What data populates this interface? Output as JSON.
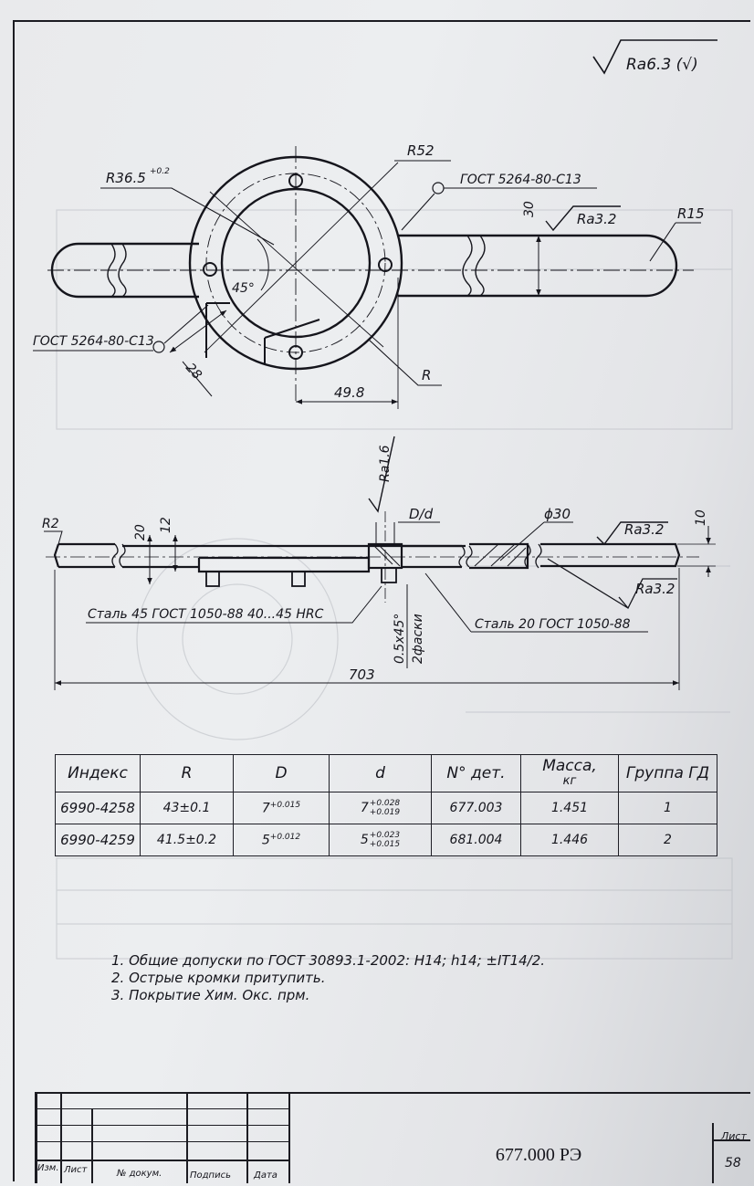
{
  "roughness_general": "Ra6.3 (√)",
  "top_view": {
    "r36_5": "R36.5",
    "r36_5_tol": "+0.2",
    "r52": "R52",
    "gost_center_hole": "ГОСТ 5264-80-С13",
    "gost_left": "ГОСТ 5264-80-С13",
    "dim_30": "30",
    "ra3_2": "Ra3.2",
    "r15": "R15",
    "angle_45": "45°",
    "dim_28": "28",
    "r_label": "R",
    "dim_49_8": "49.8"
  },
  "side_view": {
    "ra1_6": "Ra1.6",
    "d_over_d": "D/d",
    "diam_30": "ϕ30",
    "ra3_2_top": "Ra3.2",
    "dim_10": "10",
    "r2": "R2",
    "dim_20": "20",
    "dim_12": "12",
    "ra3_2_bottom": "Ra3.2",
    "material_left": "Сталь 45 ГОСТ 1050-88   40...45 HRC",
    "chamfer": "0.5x45°",
    "chamfer_count": "2фаски",
    "material_right": "Сталь 20 ГОСТ 1050-88",
    "length_703": "703"
  },
  "table": {
    "headers": {
      "index": "Индекс",
      "r": "R",
      "d_upper": "D",
      "d_lower": "d",
      "part_no": "N° дет.",
      "mass_line1": "Масса,",
      "mass_line2": "кг",
      "group": "Группа ГД"
    },
    "rows": [
      {
        "index": "6990-4258",
        "r": "43±0.1",
        "D": "7",
        "D_tol": "+0.015",
        "d": "7",
        "d_tol_up": "+0.028",
        "d_tol_low": "+0.019",
        "part": "677.003",
        "mass": "1.451",
        "group": "1"
      },
      {
        "index": "6990-4259",
        "r": "41.5±0.2",
        "D": "5",
        "D_tol": "+0.012",
        "d": "5",
        "d_tol_up": "+0.023",
        "d_tol_low": "+0.015",
        "part": "681.004",
        "mass": "1.446",
        "group": "2"
      }
    ]
  },
  "notes": [
    "1. Общие допуски по ГОСТ 30893.1-2002: H14; h14; ±IT14/2.",
    "2. Острые кромки притупить.",
    "3. Покрытие Хим. Окс. прм."
  ],
  "title_block": {
    "izm": "Изм.",
    "list": "Лист",
    "doc_no": "№ докум.",
    "sign": "Подпись",
    "date": "Дата",
    "document_number": "677.000 РЭ",
    "sheet_label": "Лист",
    "sheet_number": "58"
  }
}
